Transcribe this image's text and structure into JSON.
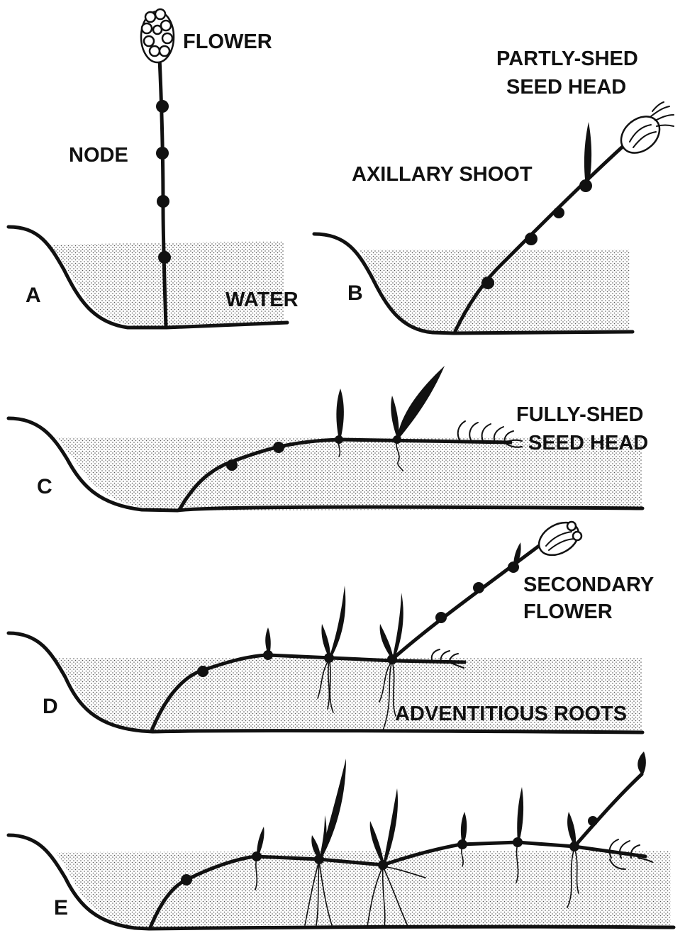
{
  "labels": {
    "flower": "FLOWER",
    "node": "NODE",
    "water": "WATER",
    "partly_shed_line1": "PARTLY-SHED",
    "partly_shed_line2": "SEED HEAD",
    "axillary_shoot": "AXILLARY SHOOT",
    "fully_shed_line1": "FULLY-SHED",
    "fully_shed_line2": "SEED HEAD",
    "secondary_line1": "SECONDARY",
    "secondary_line2": "FLOWER",
    "adventitious_roots": "ADVENTITIOUS ROOTS"
  },
  "panels": {
    "a": "A",
    "b": "B",
    "c": "C",
    "d": "D",
    "e": "E"
  },
  "colors": {
    "ink": "#111111",
    "background": "#ffffff",
    "water_dots": "#555555"
  }
}
